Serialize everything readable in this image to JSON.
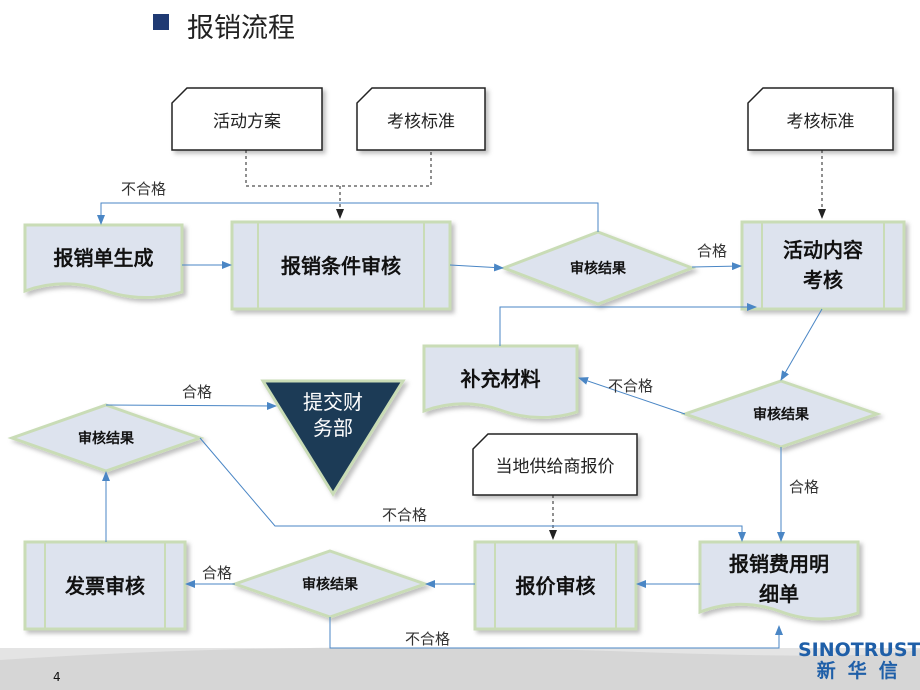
{
  "title": "报销流程",
  "nodes": {
    "doc_activity_plan": "活动方案",
    "doc_standard_1": "考核标准",
    "doc_standard_2": "考核标准",
    "doc_local_quote": "当地供给商报价",
    "generate_form": "报销单生成",
    "condition_review": "报销条件审核",
    "decision_1": "审核结果",
    "content_review_line1": "活动内容",
    "content_review_line2": "考核",
    "supplement": "补充材料",
    "decision_2": "审核结果",
    "expense_detail_line1": "报销费用明",
    "expense_detail_line2": "细单",
    "quote_review": "报价审核",
    "decision_3": "审核结果",
    "invoice_review": "发票审核",
    "decision_4": "审核结果",
    "submit_finance_line1": "提交财",
    "submit_finance_line2": "务部"
  },
  "edges": {
    "fail_top": "不合格",
    "pass_1": "合格",
    "fail_2": "不合格",
    "pass_2": "合格",
    "pass_4": "合格",
    "fail_4": "不合格",
    "pass_3": "合格",
    "fail_3": "不合格"
  },
  "footer": {
    "page_number": "4",
    "logo_en": "SINOTRUST",
    "logo_cn": "新华信"
  },
  "colors": {
    "accent": "#1f3a73",
    "box_fill": "#dde3ee",
    "box_border": "#c9dcb6",
    "arrow": "#4a86c5",
    "submit_fill": "#1e3a56"
  }
}
